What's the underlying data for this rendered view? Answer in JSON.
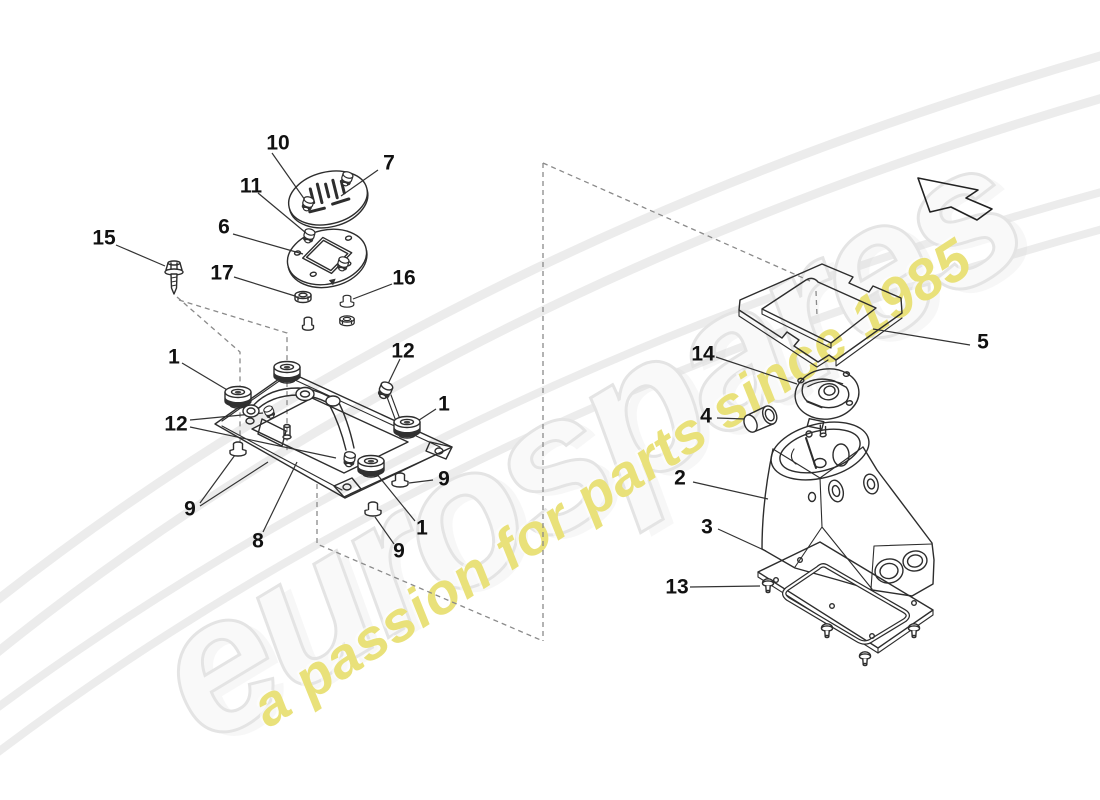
{
  "watermark": {
    "brand": "eurospares",
    "tagline": "a passion for parts since 1985",
    "brand_fill_color": "#f9f9f9",
    "brand_outline_color": "#e4e4e4",
    "tagline_color": "#e9e17a",
    "swoosh_color": "#ededed"
  },
  "diagram": {
    "line_color": "#2d2d2d",
    "dash_color": "#8a8a8a",
    "label_color": "#111111",
    "icons": {
      "nav_arrow": "back-arrow-icon"
    },
    "callouts": {
      "c10": "10",
      "c7": "7",
      "c11": "11",
      "c6": "6",
      "c15": "15",
      "c17": "17",
      "c16": "16",
      "c1a": "1",
      "c12a": "12",
      "c1b": "1",
      "c12b": "12",
      "c9a": "9",
      "c9b": "9",
      "c8": "8",
      "c1c": "1",
      "c9c": "9",
      "c14": "14",
      "c5": "5",
      "c4": "4",
      "c2": "2",
      "c3": "3",
      "c13": "13"
    }
  }
}
